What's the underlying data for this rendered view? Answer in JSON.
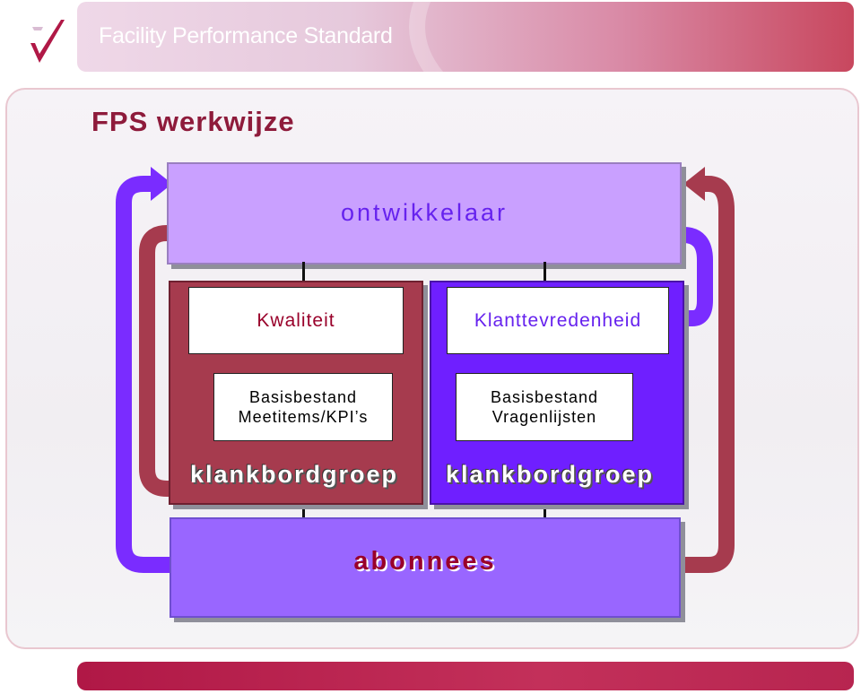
{
  "header": {
    "title": "Facility Performance Standard"
  },
  "slide": {
    "title": "FPS werkwijze"
  },
  "diagram": {
    "developer": "ontwikkelaar",
    "left": {
      "title": "Kwaliteit",
      "base_line1": "Basisbestand",
      "base_line2": "Meetitems/KPI’s",
      "group": "klankbordgroep"
    },
    "right": {
      "title": "Klanttevredenheid",
      "base_line1": "Basisbestand",
      "base_line2": "Vragenlijsten",
      "group": "klankbordgroep"
    },
    "subscribers": "abonnees"
  },
  "colors": {
    "title": "#8e1b3b",
    "developer_box": "#c9a0ff",
    "developer_text": "#6622ee",
    "quality_panel": "#a63b4e",
    "satisfaction_panel": "#6f1fff",
    "subscribers_box": "#9966ff",
    "subscribers_text": "#99002a",
    "footer": "#b01846"
  }
}
